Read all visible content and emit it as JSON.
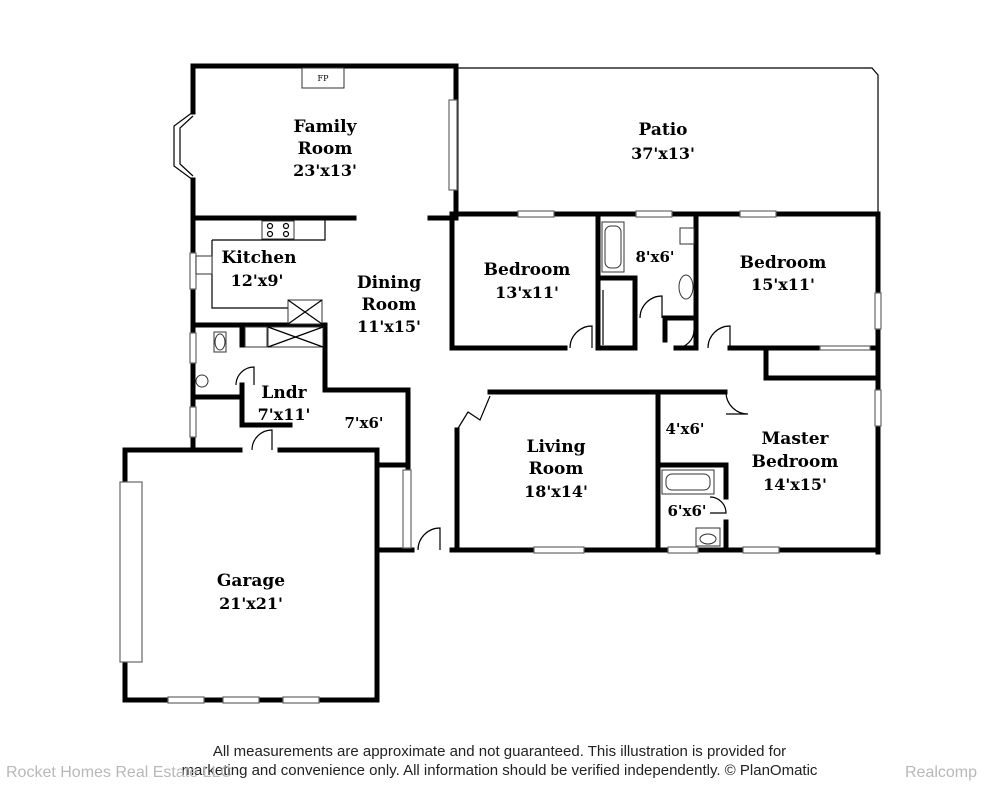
{
  "rooms": {
    "family_room": {
      "name_line1": "Family",
      "name_line2": "Room",
      "dims": "23'x13'"
    },
    "patio": {
      "name": "Patio",
      "dims": "37'x13'"
    },
    "kitchen": {
      "name": "Kitchen",
      "dims": "12'x9'"
    },
    "dining_room": {
      "name_line1": "Dining",
      "name_line2": "Room",
      "dims": "11'x15'"
    },
    "bedroom_1": {
      "name": "Bedroom",
      "dims": "13'x11'"
    },
    "bath_1": {
      "dims": "8'x6'"
    },
    "bedroom_2": {
      "name": "Bedroom",
      "dims": "15'x11'"
    },
    "laundry": {
      "name": "Lndr",
      "dims": "7'x11'"
    },
    "closet_7x6": {
      "dims": "7'x6'"
    },
    "living_room": {
      "name_line1": "Living",
      "name_line2": "Room",
      "dims": "18'x14'"
    },
    "closet_4x6": {
      "dims": "4'x6'"
    },
    "bath_2": {
      "dims": "6'x6'"
    },
    "master_bedroom": {
      "name_line1": "Master",
      "name_line2": "Bedroom",
      "dims": "14'x15'"
    },
    "garage": {
      "name": "Garage",
      "dims": "21'x21'"
    }
  },
  "fireplace_label": "FP",
  "disclaimer": {
    "line1": "All measurements are approximate and not guaranteed. This illustration is provided for",
    "line2": "marketing and convenience only. All information should be verified independently. © PlanOmatic"
  },
  "watermarks": {
    "left": "Rocket Homes Real Estate LLC",
    "right": "Realcomp"
  }
}
